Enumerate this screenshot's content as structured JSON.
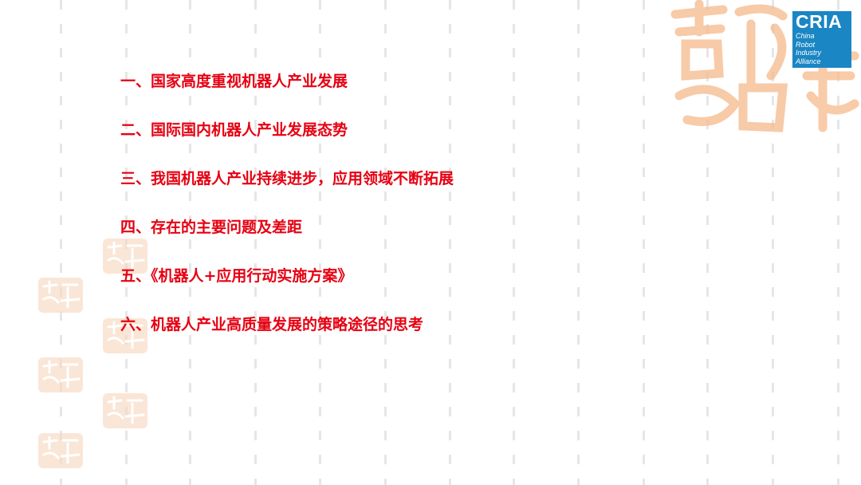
{
  "agenda": [
    "一、国家高度重视机器人产业发展",
    "二、国际国内机器人产业发展态势",
    "三、我国机器人产业持续进步，应用领域不断拓展",
    "四、存在的主要问题及差距",
    "五、《机器人+应用行动实施方案》",
    "六、机器人产业高质量发展的策略途径的思考"
  ],
  "logo": {
    "abbr": "CRIA",
    "line1": "China",
    "line2": "Robot",
    "line3": "Industry",
    "line4": "Alliance"
  },
  "colors": {
    "heading_red": "#e60012",
    "logo_blue": "#1a86c4",
    "stamp_orange": "#f5b98c"
  }
}
